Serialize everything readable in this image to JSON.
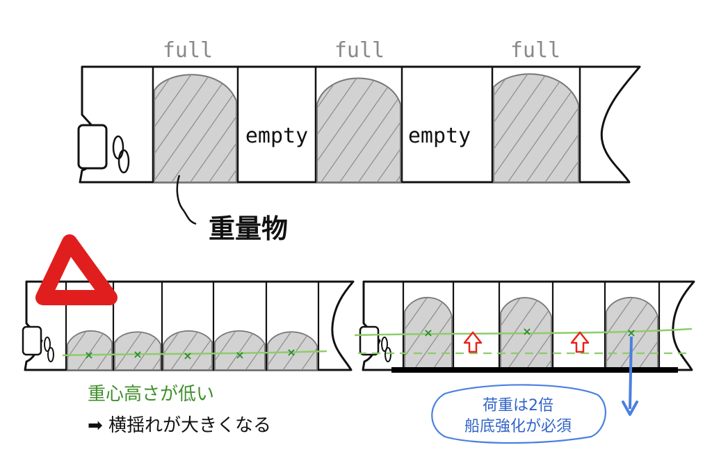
{
  "top_diagram": {
    "hold_labels": [
      "full",
      "full",
      "full"
    ],
    "empty_labels": [
      "empty",
      "empty"
    ],
    "heavy_cargo_label": "重量物"
  },
  "bottom_left": {
    "warning_symbol": "triangle-warning",
    "caption_line1": "重心高さが低い",
    "caption_line2": "➡ 横揺れが大きくなる"
  },
  "bottom_right": {
    "callout_line1": "荷重は2倍",
    "callout_line2": "船底強化が必須"
  },
  "colors": {
    "outline": "#111111",
    "cargo_fill": "#d2d2d2",
    "hatch": "#8a8a8a",
    "cg_line": "#8dcc6a",
    "cg_mark": "#2e8b2e",
    "caption_green": "#3f8f2a",
    "warning_red": "#e11e1e",
    "arrow_red": "#e8231c",
    "bottom_plate": "#000000",
    "load_arrow_blue": "#4a7fe0"
  }
}
